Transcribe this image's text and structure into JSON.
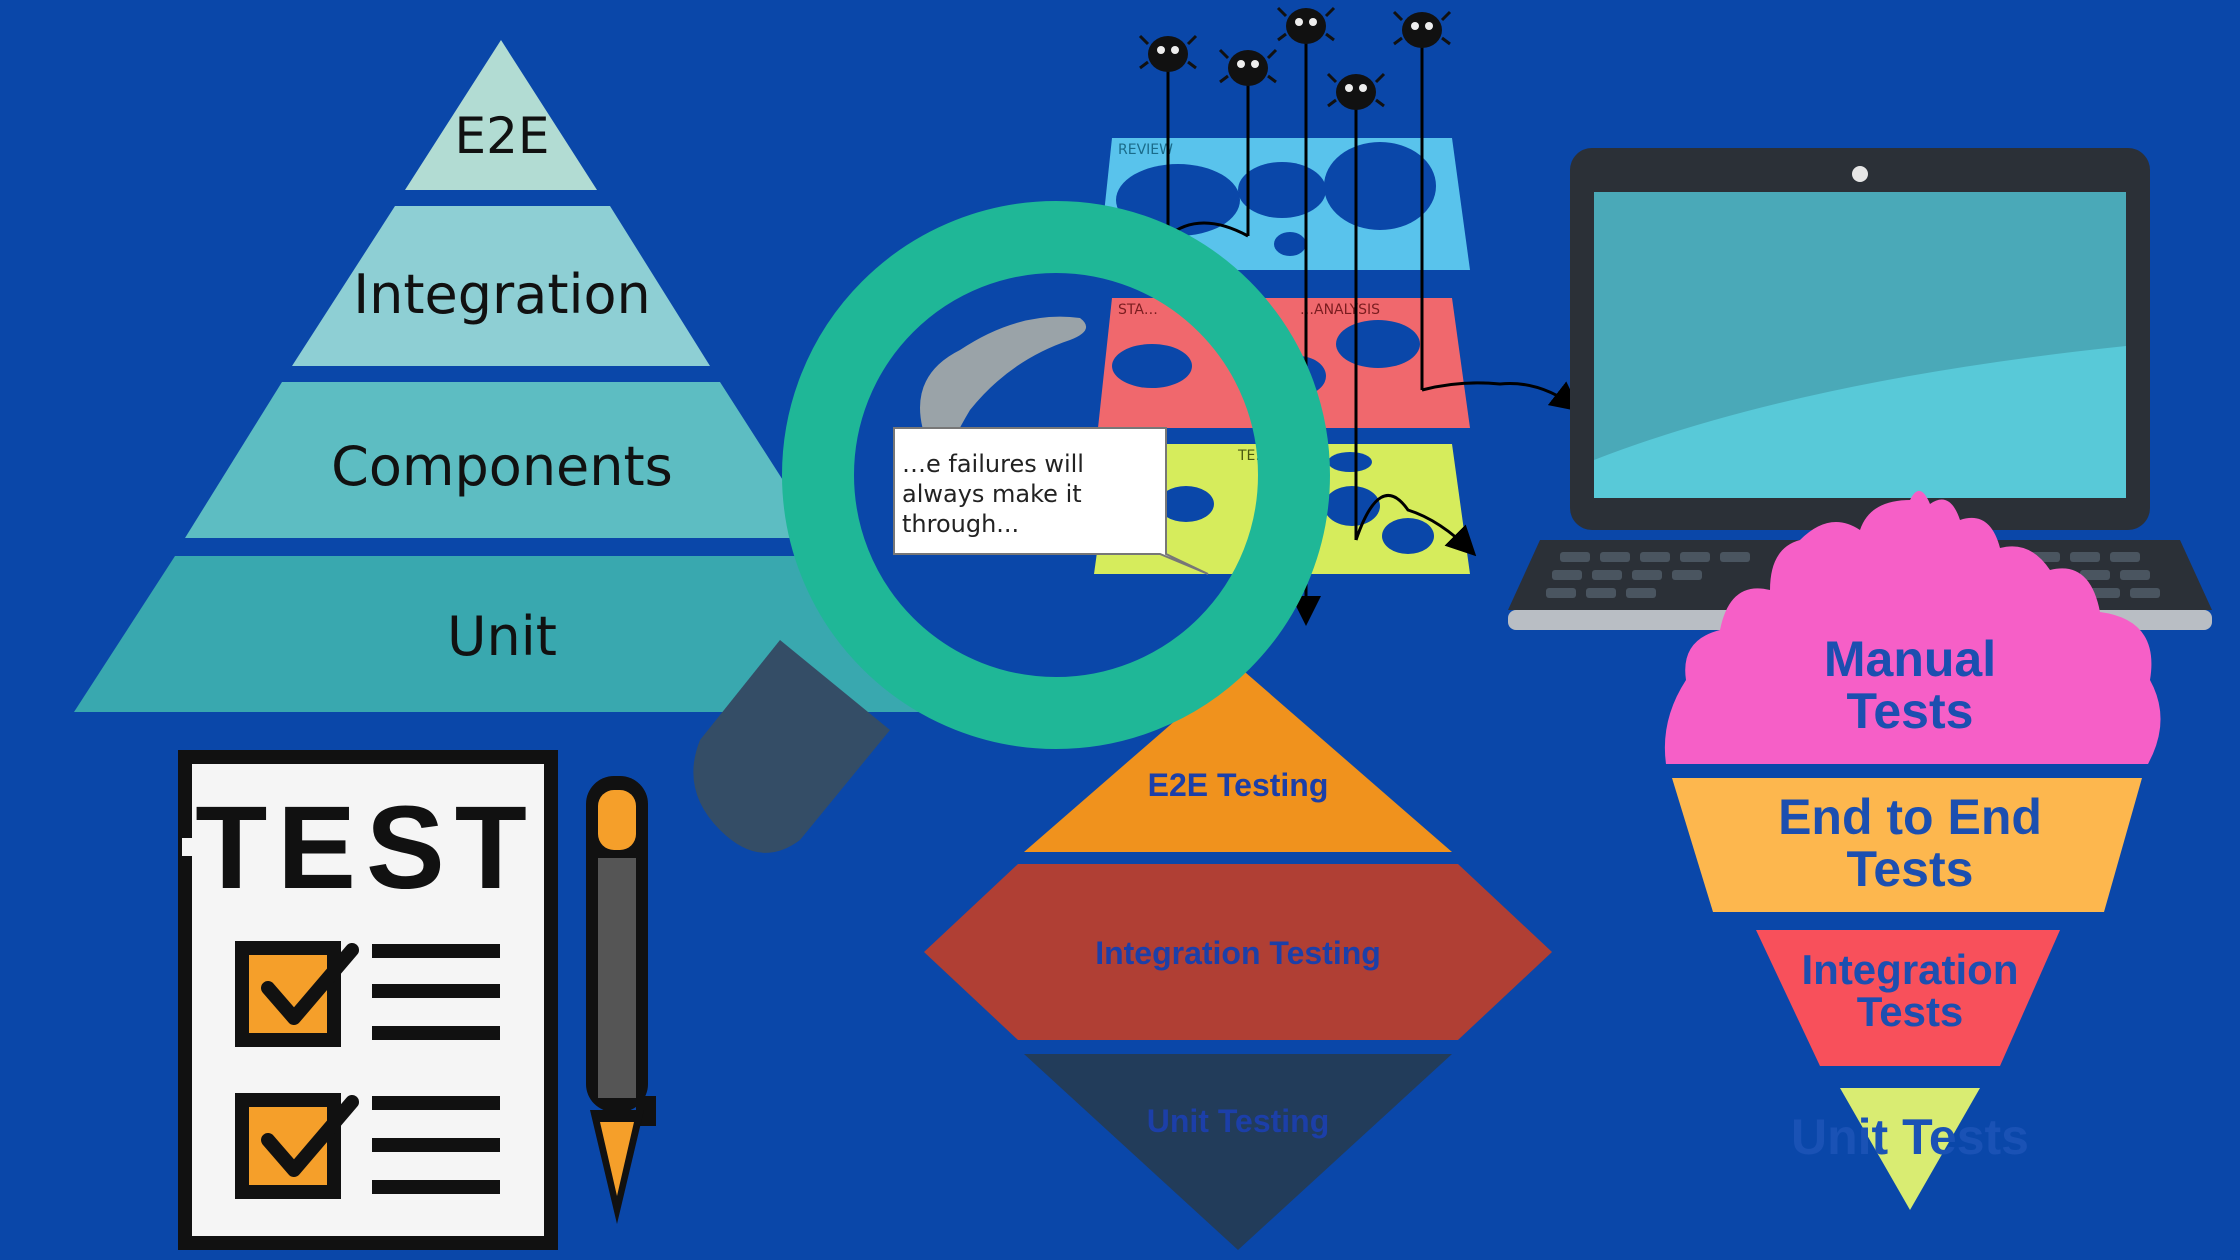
{
  "colors": {
    "background": "#0a47a9",
    "pyramid_tier1": "#b2dcd3",
    "pyramid_tier2": "#8ecfd4",
    "pyramid_tier3": "#5dbdc2",
    "pyramid_tier4": "#39a8af",
    "magnifier_ring": "#1fb797",
    "magnifier_handle": "#344d66",
    "test_orange": "#f59f2a",
    "diamond_top": "#f0921d",
    "diamond_mid": "#b03f34",
    "diamond_bottom": "#223c5a",
    "cone_scoop": "#f65fc7",
    "cone_band1": "#fdb74e",
    "cone_band2": "#f8505b",
    "cone_tip": "#d9ec72",
    "layer_blue": "#59c3ec",
    "layer_red": "#f0686d",
    "layer_green": "#d6ec5c",
    "laptop_screen": "#58c9d8"
  },
  "left_pyramid": {
    "tiers": [
      "E2E",
      "Integration",
      "Components",
      "Unit"
    ]
  },
  "test_sheet": {
    "title": "TEST",
    "icons": [
      "checklist-icon",
      "pencil-icon"
    ]
  },
  "magnifier": {
    "callout_text": [
      "…e failures will",
      "always make it",
      "through..."
    ]
  },
  "swiss_cheese": {
    "layer_labels": [
      "REVIEW",
      "STA…",
      "…ANALYSIS",
      "TE…"
    ],
    "bug_icon": "bug-icon"
  },
  "diamond": {
    "labels": [
      "E2E Testing",
      "Integration Testing",
      "Unit Testing"
    ]
  },
  "cone": {
    "labels": [
      [
        "Manual",
        "Tests"
      ],
      [
        "End to End",
        "Tests"
      ],
      [
        "Integration",
        "Tests"
      ],
      [
        "Unit Tests"
      ]
    ]
  }
}
